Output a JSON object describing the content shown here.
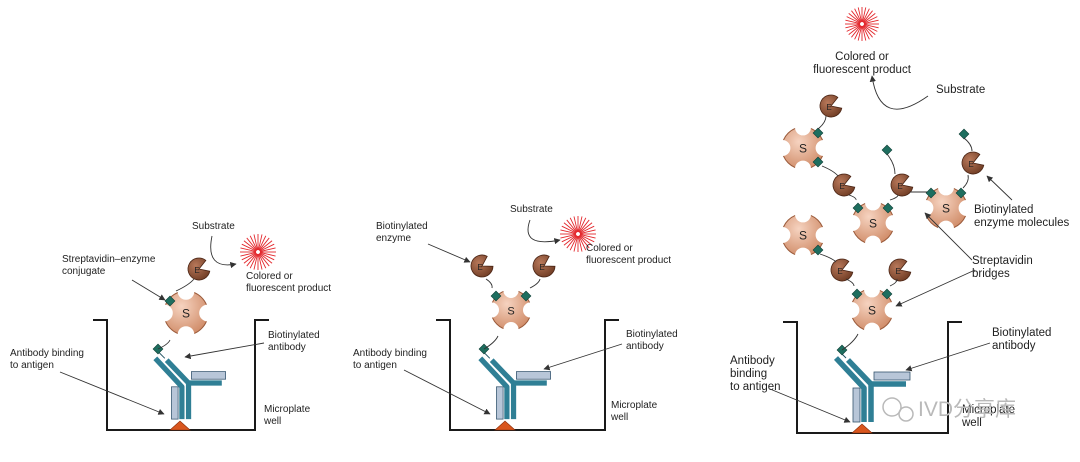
{
  "panels": [
    {
      "substrate": "Substrate",
      "product": [
        "Colored or",
        "fluorescent product"
      ],
      "conjugate": [
        "Streptavidin–enzyme",
        "conjugate"
      ],
      "biotinylated_antibody": [
        "Biotinylated",
        "antibody"
      ],
      "antibody_binding": [
        "Antibody binding",
        "to antigen"
      ],
      "microplate": [
        "Microplate",
        "well"
      ],
      "enzyme_letter": "E",
      "streptavidin_letter": "S"
    },
    {
      "biotinylated_enzyme": [
        "Biotinylated",
        "enzyme"
      ],
      "substrate": "Substrate",
      "product": [
        "Colored or",
        "fluorescent product"
      ],
      "biotinylated_antibody": [
        "Biotinylated",
        "antibody"
      ],
      "antibody_binding": [
        "Antibody binding",
        "to antigen"
      ],
      "microplate": [
        "Microplate",
        "well"
      ],
      "enzyme_letter": "E",
      "streptavidin_letter": "S"
    },
    {
      "product": [
        "Colored or",
        "fluorescent product"
      ],
      "substrate": "Substrate",
      "biotinylated_enzyme_molecules": [
        "Biotinylated",
        "enzyme molecules"
      ],
      "streptavidin_bridges": [
        "Streptavidin",
        "bridges"
      ],
      "biotinylated_antibody": [
        "Biotinylated",
        "antibody"
      ],
      "antibody_binding": [
        "Antibody",
        "binding",
        "to antigen"
      ],
      "microplate": [
        "Microplate",
        "well"
      ],
      "enzyme_letter": "E",
      "streptavidin_letter": "S"
    }
  ],
  "watermark": "IVD分享库",
  "colors": {
    "enzyme": "#8a5236",
    "streptavidin": "#e3a788",
    "antibody": "#2f7f95",
    "biotin": "#1e6e5f",
    "antigen": "#d9561e",
    "product": "#e3262b",
    "well": "#1a1a1a"
  }
}
